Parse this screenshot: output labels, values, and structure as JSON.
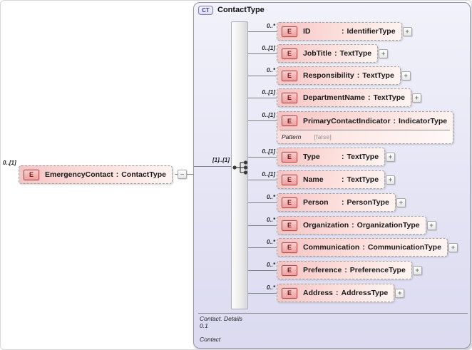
{
  "sep": ":",
  "root_element": {
    "cardinality": "0..[1]",
    "icon": "E",
    "name": "EmergencyContact",
    "type": "ContactType",
    "collapse_glyph": "–"
  },
  "complex_type": {
    "badge": "CT",
    "title": "ContactType",
    "compositor": {
      "cardinality": "[1]..[1]",
      "kind": "sequence"
    },
    "children": [
      {
        "cardinality": "0..*",
        "icon": "E",
        "name": "ID",
        "type": "IdentifierType",
        "aligned": true,
        "expandable": true
      },
      {
        "cardinality": "0..[1]",
        "icon": "E",
        "name": "JobTitle",
        "type": "TextType",
        "aligned": false,
        "expandable": true
      },
      {
        "cardinality": "0..*",
        "icon": "E",
        "name": "Responsibility",
        "type": "TextType",
        "aligned": false,
        "expandable": true
      },
      {
        "cardinality": "0..[1]",
        "icon": "E",
        "name": "DepartmentName",
        "type": "TextType",
        "aligned": false,
        "expandable": true
      },
      {
        "cardinality": "0..[1]",
        "icon": "E",
        "name": "PrimaryContactIndicator",
        "type": "IndicatorType",
        "aligned": false,
        "expandable": false,
        "facets": [
          {
            "label": "Pattern",
            "value": "[false]"
          }
        ]
      },
      {
        "cardinality": "0..[1]",
        "icon": "E",
        "name": "Type",
        "type": "TextType",
        "aligned": true,
        "expandable": true
      },
      {
        "cardinality": "0..[1]",
        "icon": "E",
        "name": "Name",
        "type": "TextType",
        "aligned": true,
        "expandable": true
      },
      {
        "cardinality": "0..*",
        "icon": "E",
        "name": "Person",
        "type": "PersonType",
        "aligned": true,
        "expandable": true
      },
      {
        "cardinality": "0..*",
        "icon": "E",
        "name": "Organization",
        "type": "OrganizationType",
        "aligned": false,
        "expandable": true
      },
      {
        "cardinality": "0..*",
        "icon": "E",
        "name": "Communication",
        "type": "CommunicationType",
        "aligned": false,
        "expandable": true
      },
      {
        "cardinality": "0..*",
        "icon": "E",
        "name": "Preference",
        "type": "PreferenceType",
        "aligned": false,
        "expandable": true
      },
      {
        "cardinality": "0..*",
        "icon": "E",
        "name": "Address",
        "type": "AddressType",
        "aligned": false,
        "expandable": true
      }
    ],
    "annotation": {
      "definition": "Contact. Details",
      "cardinality_note": "0.1",
      "name": "Contact"
    }
  },
  "colors": {
    "panel_fill_top": "#f2f2fb",
    "panel_fill_bottom": "#dbdaf0",
    "element_fill": "#f5c4c4",
    "element_icon_border": "#b34d4d",
    "badge_text": "#3c3c90",
    "line": "#808080"
  }
}
